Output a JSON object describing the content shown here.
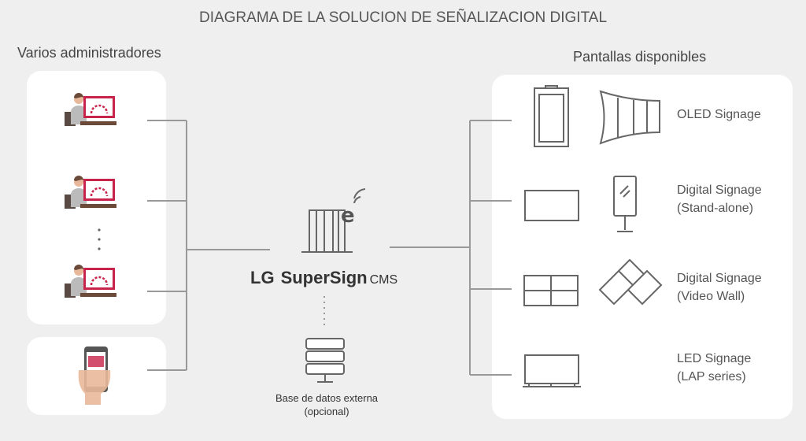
{
  "title": "DIAGRAMA DE LA SOLUCION DE SEÑALIZACION DIGITAL",
  "left": {
    "heading": "Varios administradores"
  },
  "center": {
    "logo_brand": "LG",
    "logo_product": "SuperSign",
    "logo_suffix": "CMS",
    "db_label": "Base de datos externa",
    "db_note": "(opcional)"
  },
  "right": {
    "heading": "Pantallas disponibles",
    "items": [
      {
        "line1": "OLED Signage",
        "line2": ""
      },
      {
        "line1": "Digital Signage",
        "line2": "(Stand-alone)"
      },
      {
        "line1": "Digital Signage",
        "line2": "(Video Wall)"
      },
      {
        "line1": "LED Signage",
        "line2": "(LAP series)"
      }
    ]
  },
  "colors": {
    "accent": "#c8234a",
    "line": "#999999",
    "icon": "#666666"
  }
}
